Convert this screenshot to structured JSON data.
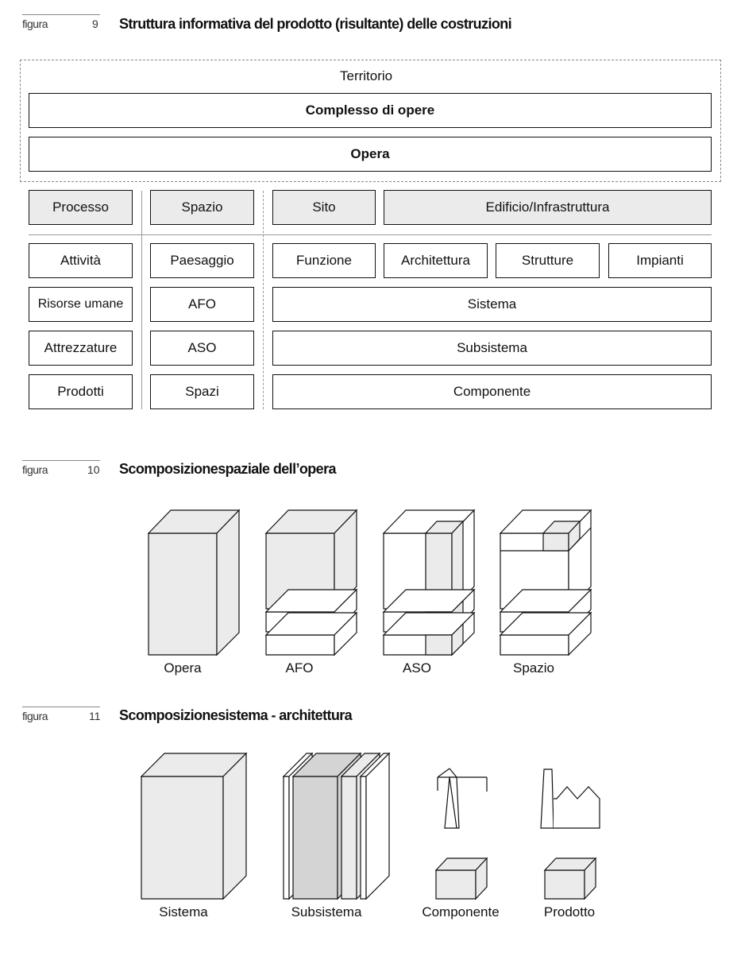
{
  "figure9": {
    "label": "figura",
    "number": "9",
    "title": "Struttura informativa del prodotto (risultante) delle costruzioni",
    "territorio": "Territorio",
    "complesso": "Complesso di opere",
    "opera": "Opera",
    "headers": {
      "processo": "Processo",
      "spazio": "Spazio",
      "sito": "Sito",
      "edificio": "Edificio/Infrastruttura"
    },
    "processo_items": [
      "Attività",
      "Risorse umane",
      "Attrezzature",
      "Prodotti"
    ],
    "spazio_items": [
      "Paesaggio",
      "AFO",
      "ASO",
      "Spazi"
    ],
    "funzione_row": [
      "Funzione",
      "Architettura",
      "Strutture",
      "Impianti"
    ],
    "sistema": "Sistema",
    "subsistema": "Subsistema",
    "componente": "Componente"
  },
  "figure10": {
    "label": "figura",
    "number": "10",
    "title": "Scomposizionespaziale dell’opera",
    "captions": [
      "Opera",
      "AFO",
      "ASO",
      "Spazio"
    ]
  },
  "figure11": {
    "label": "figura",
    "number": "11",
    "title": "Scomposizionesistema - architettura",
    "captions": [
      "Sistema",
      "Subsistema",
      "Componente",
      "Prodotto"
    ]
  },
  "colors": {
    "fill": "#ebebeb",
    "line": "#111111",
    "dark_fill": "#d4d4d4"
  }
}
